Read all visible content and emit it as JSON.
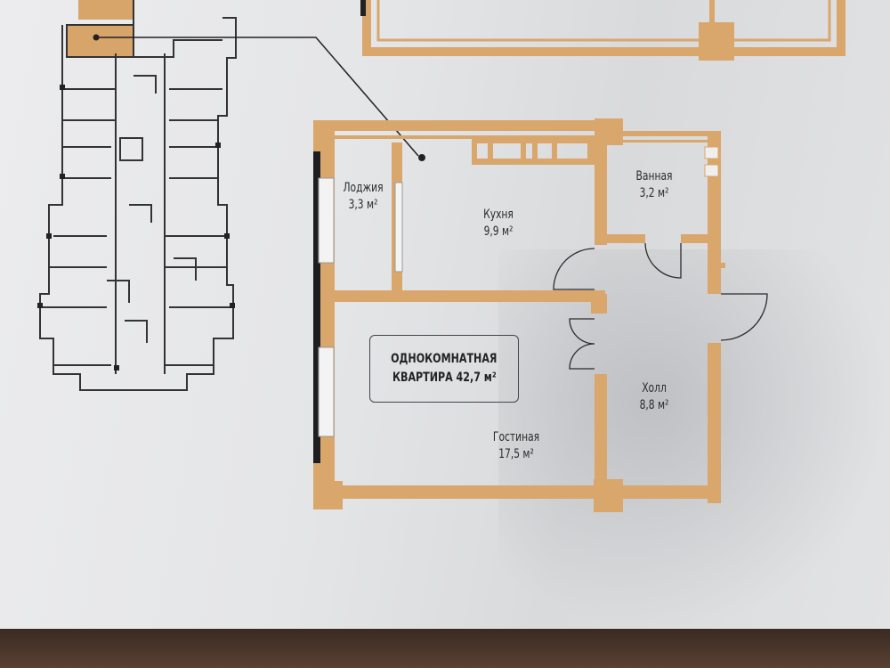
{
  "plan_title": {
    "line1": "ОДНОКОМНАТНАЯ",
    "line2": "КВАРТИРА 42,7 м²"
  },
  "rooms": [
    {
      "name": "Лоджия",
      "area": "3,3 м²"
    },
    {
      "name": "Кухня",
      "area": "9,9 м²"
    },
    {
      "name": "Ванная",
      "area": "3,2 м²"
    },
    {
      "name": "Холл",
      "area": "8,8 м²"
    },
    {
      "name": "Гостиная",
      "area": "17,5 м²"
    }
  ],
  "colors": {
    "wall": "#d9a66c",
    "highlight": "#d7a46a",
    "ink": "#2b2b2e"
  }
}
